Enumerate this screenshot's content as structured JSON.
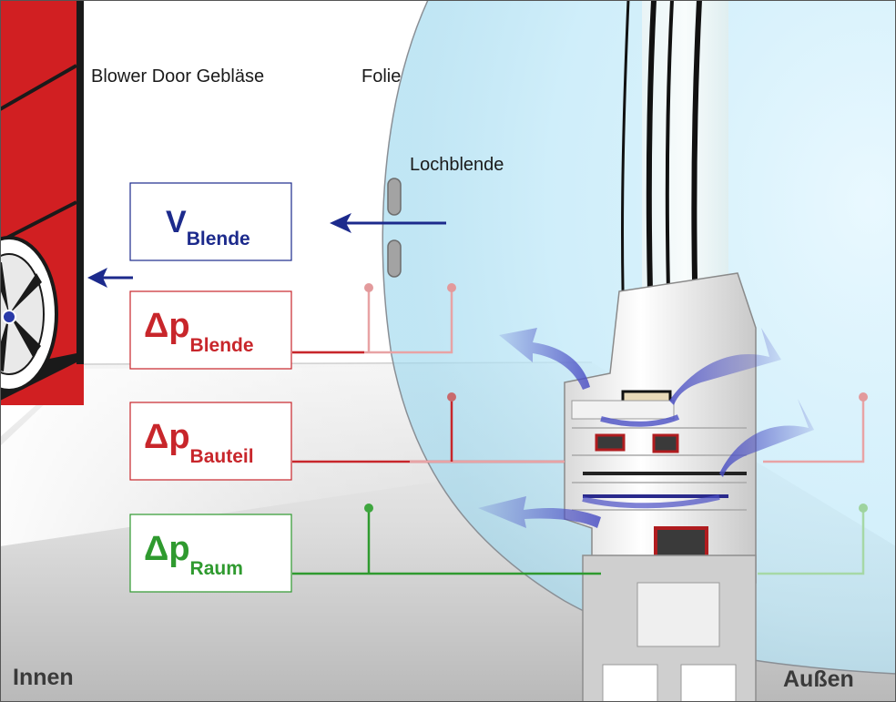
{
  "labels": {
    "blower_door": "Blower Door Gebläse",
    "folie": "Folie",
    "lochblende": "Lochblende",
    "innen": "Innen",
    "aussen": "Außen"
  },
  "symbols": {
    "v": "V",
    "delta_p": "Δp"
  },
  "boxes": {
    "v_blende": {
      "subscript": "Blende"
    },
    "dp_blende": {
      "subscript": "Blende"
    },
    "dp_bauteil": {
      "subscript": "Bauteil"
    },
    "dp_raum": {
      "subscript": "Raum"
    }
  },
  "colors": {
    "blower_red": "#d11f22",
    "flow_blue": "#1c2a8c",
    "pressure_red": "#c8262b",
    "pressure_green": "#2f9a2f",
    "foil_blue": "#cfeefc",
    "airflow_purple": "#4a4fc4"
  }
}
